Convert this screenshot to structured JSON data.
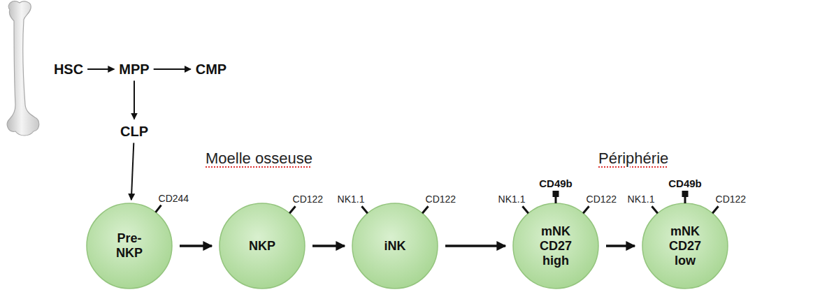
{
  "diagram": {
    "nodes": [
      {
        "text": [
          "HSC"
        ]
      },
      {
        "text": [
          "MPP"
        ]
      },
      {
        "text": [
          "CMP"
        ]
      },
      {
        "text": [
          "CLP"
        ]
      },
      {
        "text": [
          "Pre-NKP",
          "CD244"
        ]
      },
      {
        "text": [
          "NKP",
          "CD122"
        ]
      },
      {
        "text": [
          "iNK",
          "NK1.1",
          "CD122"
        ]
      },
      {
        "text": [
          "mNK CD27 high",
          "NK1.1",
          "CD49b",
          "CD122"
        ]
      },
      {
        "text": [
          "mNK CD27 low",
          "NK1.1",
          "CD49b",
          "CD122"
        ]
      }
    ],
    "edges": [
      {
        "from": 0,
        "to": 1,
        "arrow": "to"
      },
      {
        "from": 1,
        "to": 2,
        "arrow": "to"
      },
      {
        "from": 1,
        "to": 3,
        "arrow": "to"
      },
      {
        "from": 3,
        "to": 4,
        "arrow": "to"
      },
      {
        "from": 4,
        "to": 5,
        "arrow": "to"
      },
      {
        "from": 5,
        "to": 6,
        "arrow": "to"
      },
      {
        "from": 6,
        "to": 7,
        "arrow": "to"
      },
      {
        "from": 7,
        "to": 8,
        "arrow": "to"
      }
    ],
    "labels": [
      "Moelle osseuse",
      "Périphérie"
    ]
  }
}
